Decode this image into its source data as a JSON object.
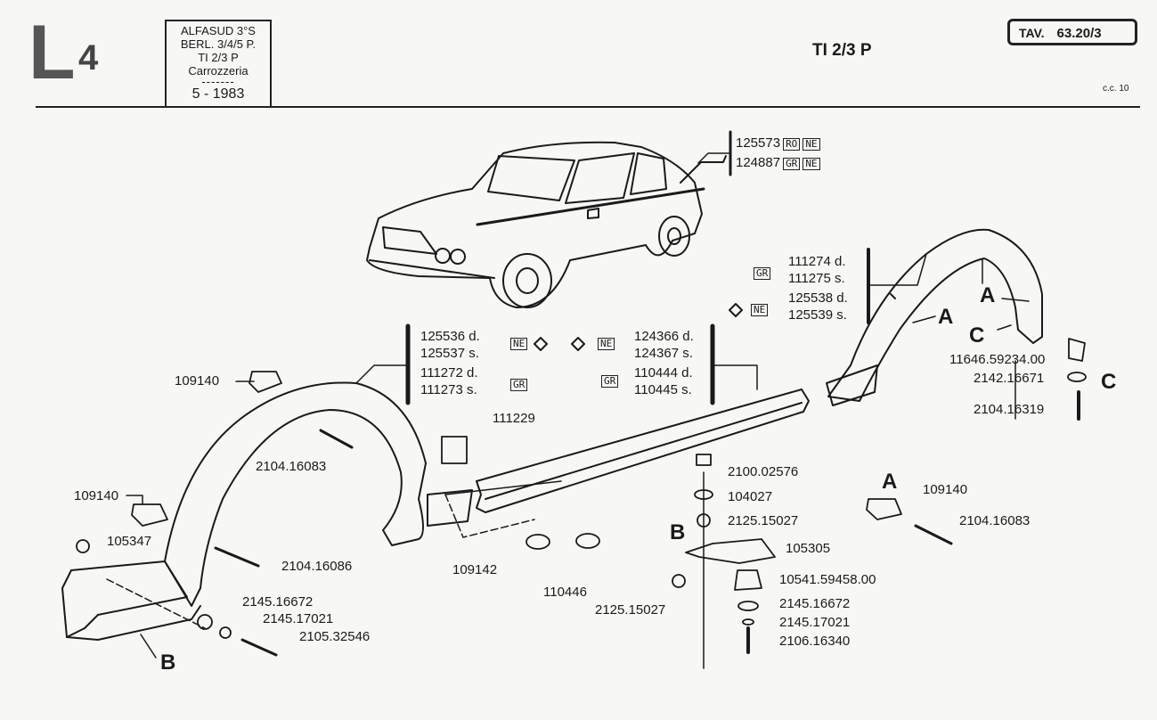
{
  "header": {
    "section_letter": "L",
    "section_number": "4",
    "infobox": {
      "model": "ALFASUD 3°S",
      "variants": "BERL. 3/4/5 P.",
      "trim": "TI 2/3 P",
      "group": "Carrozzeria",
      "separator": "-------",
      "date": "5 - 1983"
    },
    "subtitle": "TI  2/3 P",
    "table_label": "TAV.",
    "table_number": "63.20/3",
    "cc": "c.c. 10"
  },
  "codes": {
    "NE": "NE",
    "GR": "GR",
    "RO": "RO"
  },
  "stripe_group": [
    {
      "part": "125573",
      "tags": [
        "RO",
        "NE"
      ]
    },
    {
      "part": "124887",
      "tags": [
        "GR",
        "NE"
      ]
    }
  ],
  "rear_arch_group": {
    "gr": [
      {
        "part": "111274 d."
      },
      {
        "part": "111275 s."
      }
    ],
    "ne": [
      {
        "part": "125538 d."
      },
      {
        "part": "125539 s."
      }
    ]
  },
  "front_arch_group": {
    "ne": [
      {
        "part": "125536 d."
      },
      {
        "part": "125537 s."
      }
    ],
    "gr": [
      {
        "part": "111272 d."
      },
      {
        "part": "111273 s."
      }
    ]
  },
  "sill_group": {
    "ne": [
      {
        "part": "124366 d."
      },
      {
        "part": "124367 s."
      }
    ],
    "gr": [
      {
        "part": "110444 d."
      },
      {
        "part": "110445 s."
      }
    ]
  },
  "callouts": {
    "clip_top": "109140",
    "clip_left": "109140",
    "plug": "105347",
    "screw_arch": "2104.16083",
    "screw_lower": "2104.16086",
    "washer1": "2145.16672",
    "washer2": "2145.17021",
    "screw_flap": "2105.32546",
    "retainer": "111229",
    "clip_109142": "109142",
    "clip_110446": "110446",
    "nut_b_left": "2125.15027",
    "bolt_b": "2100.02576",
    "washer_b": "104027",
    "nut_b": "2125.15027",
    "bracket_b": "105305",
    "nut_clip_b": "10541.59458.00",
    "washer_b2": "2145.16672",
    "washer_b3": "2145.17021",
    "screw_b": "2106.16340",
    "clip_a": "109140",
    "screw_a": "2104.16083",
    "nut_c": "11646.59234.00",
    "washer_c": "2142.16671",
    "screw_c": "2104.16319"
  },
  "letters": {
    "A": "A",
    "B": "B",
    "C": "C"
  }
}
